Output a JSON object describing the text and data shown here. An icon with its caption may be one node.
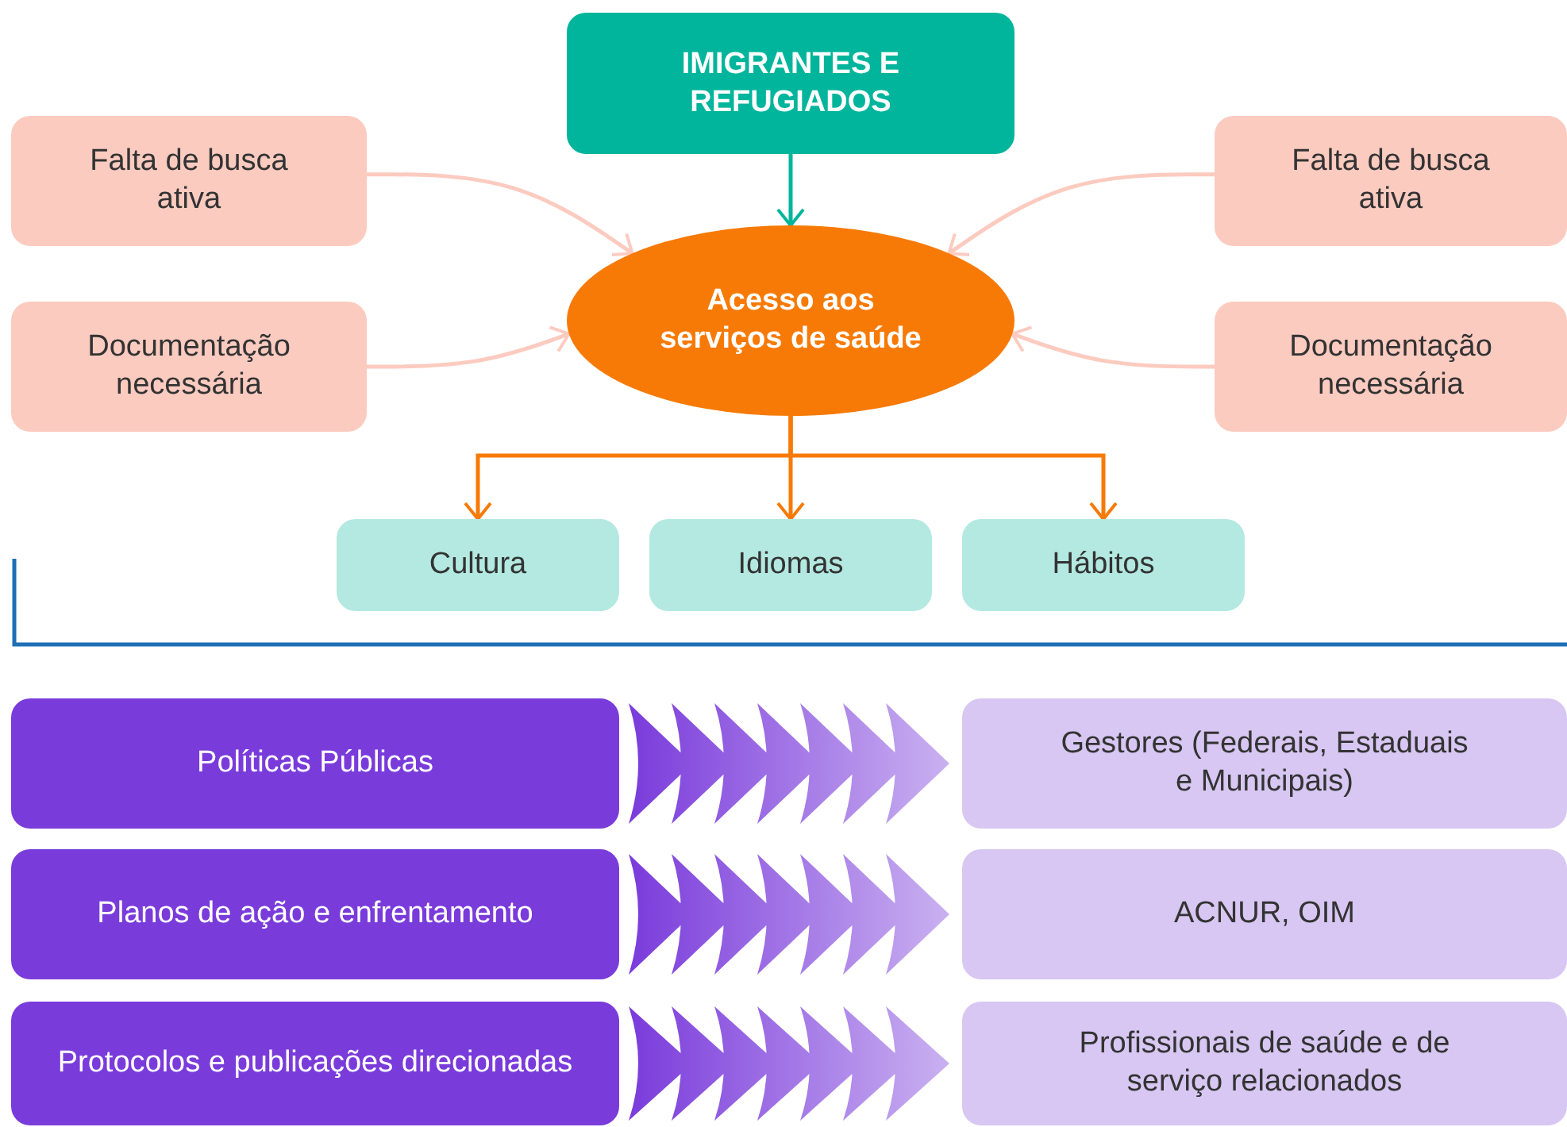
{
  "diagram": {
    "nodes": [
      {
        "text": [
          "IMIGRANTES E REFUGIADOS"
        ]
      },
      {
        "text": [
          "Falta de busca ativa"
        ]
      },
      {
        "text": [
          "Falta de busca ativa"
        ]
      },
      {
        "text": [
          "Acesso aos serviços de saúde"
        ]
      },
      {
        "text": [
          "Documentação necessária"
        ]
      },
      {
        "text": [
          "Documentação necessária"
        ]
      },
      {
        "text": [
          "Cultura"
        ]
      },
      {
        "text": [
          "Idiomas"
        ]
      },
      {
        "text": [
          "Hábitos"
        ]
      },
      {
        "text": [
          "Políticas Públicas"
        ]
      },
      {
        "text": [
          "Gestores (Federais, Estaduais e Municipais)"
        ]
      },
      {
        "text": [
          "Planos de ação e enfrentamento"
        ]
      },
      {
        "text": [
          "ACNUR, OIM"
        ]
      },
      {
        "text": [
          "Protocolos e publicações direcionadas"
        ]
      },
      {
        "text": [
          "Profissionais de saúde e de serviço relacionados"
        ]
      }
    ],
    "edges": [
      {
        "from": 0,
        "to": 3,
        "arrow": "to",
        "color": "#00b59b"
      },
      {
        "from": 1,
        "to": 3,
        "arrow": "to"
      },
      {
        "from": 2,
        "to": 3,
        "arrow": "to"
      },
      {
        "from": 4,
        "to": 3,
        "arrow": "to"
      },
      {
        "from": 5,
        "to": 3,
        "arrow": "to"
      },
      {
        "from": 3,
        "to": 6,
        "arrow": "to",
        "color": "#f77a06"
      },
      {
        "from": 3,
        "to": 7,
        "arrow": "to",
        "color": "#f77a06"
      },
      {
        "from": 3,
        "to": 8,
        "arrow": "to",
        "color": "#f77a06"
      },
      {
        "from": 9,
        "to": 10,
        "arrow": "to",
        "style": "thick",
        "color": "#7a3bdb"
      },
      {
        "from": 11,
        "to": 12,
        "arrow": "to",
        "style": "thick",
        "color": "#7a3bdb"
      },
      {
        "from": 13,
        "to": 14,
        "arrow": "to",
        "style": "thick",
        "color": "#7a3bdb"
      }
    ]
  }
}
